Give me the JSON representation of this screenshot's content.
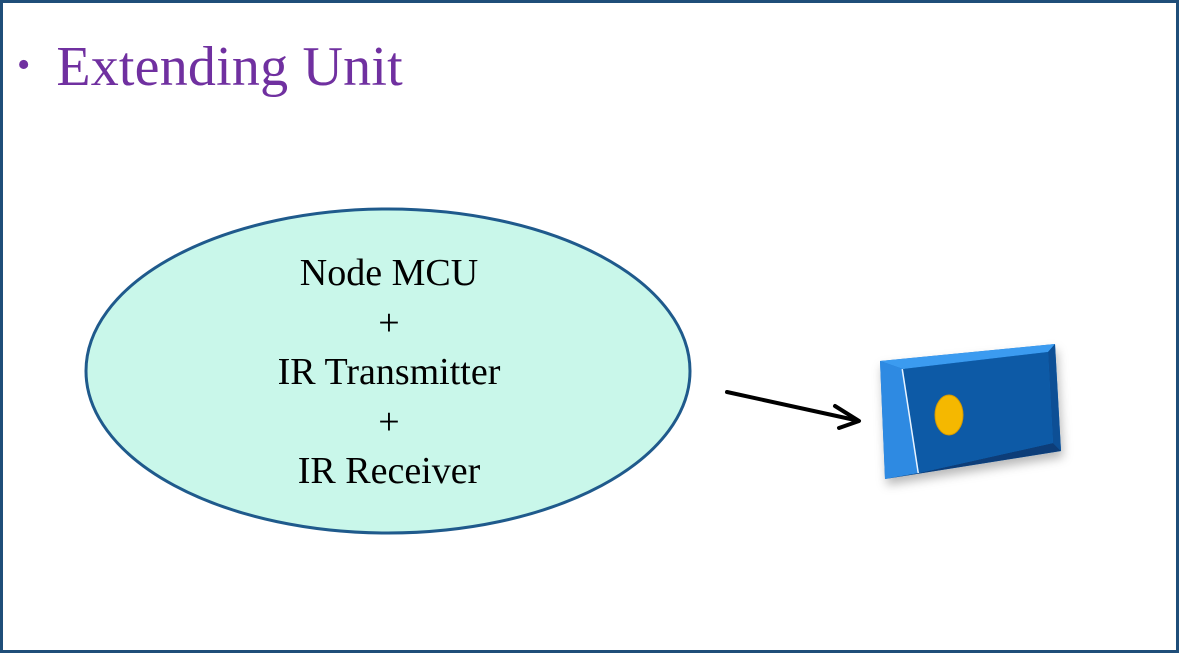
{
  "slide": {
    "bullet": "•",
    "title": "Extending Unit"
  },
  "ellipse": {
    "lines": [
      "Node MCU",
      "+",
      "IR Transmitter",
      "+",
      "IR Receiver"
    ]
  },
  "colors": {
    "title": "#7030a0",
    "frame": "#1f4e79",
    "ellipse_fill": "#c9f7ea",
    "ellipse_stroke": "#1f5a8c",
    "device_front": "#0c5aa6",
    "device_light": "#2a8ae6",
    "led": "#f5b800"
  },
  "icons": {
    "arrow": "arrow-right-icon",
    "device": "ir-device-icon"
  }
}
